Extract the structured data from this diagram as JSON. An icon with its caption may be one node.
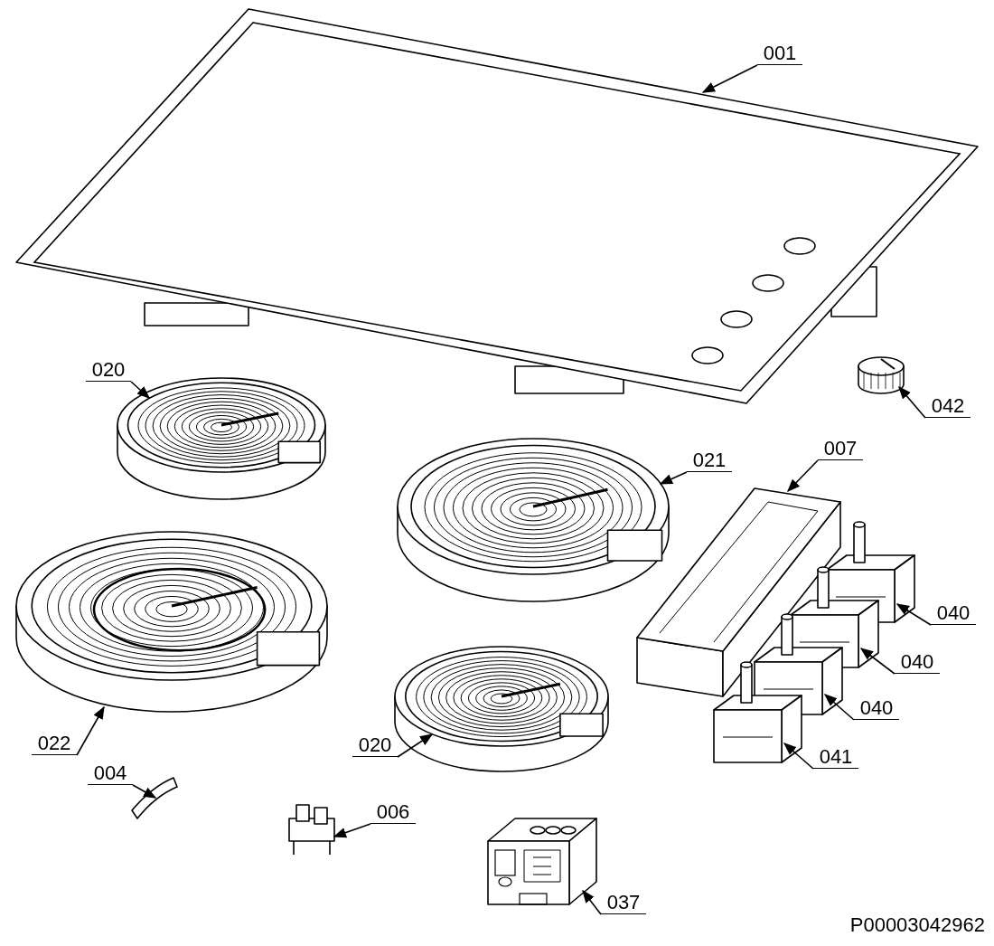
{
  "diagram": {
    "nodes": [
      {
        "text": [
          "001"
        ]
      },
      {
        "text": [],
        "shape": "picture"
      },
      {
        "text": [
          "020"
        ]
      },
      {
        "text": [],
        "shape": "picture"
      },
      {
        "text": [
          "042"
        ]
      },
      {
        "text": [],
        "shape": "picture"
      },
      {
        "text": [
          "021"
        ]
      },
      {
        "text": [],
        "shape": "picture"
      },
      {
        "text": [
          "007"
        ]
      },
      {
        "text": [],
        "shape": "picture"
      },
      {
        "text": [
          "022"
        ]
      },
      {
        "text": [],
        "shape": "picture"
      },
      {
        "text": [
          "040"
        ]
      },
      {
        "text": [],
        "shape": "picture"
      },
      {
        "text": [
          "040"
        ]
      },
      {
        "text": [],
        "shape": "picture"
      },
      {
        "text": [
          "040"
        ]
      },
      {
        "text": [],
        "shape": "picture"
      },
      {
        "text": [
          "020"
        ]
      },
      {
        "text": [],
        "shape": "picture"
      },
      {
        "text": [
          "041"
        ]
      },
      {
        "text": [],
        "shape": "picture"
      },
      {
        "text": [
          "004"
        ]
      },
      {
        "text": [],
        "shape": "picture"
      },
      {
        "text": [
          "006"
        ]
      },
      {
        "text": [],
        "shape": "picture"
      },
      {
        "text": [
          "037"
        ]
      },
      {
        "text": [],
        "shape": "picture"
      }
    ],
    "edges": [
      {
        "from": 0,
        "to": 1,
        "arrow": "to"
      },
      {
        "from": 2,
        "to": 3,
        "arrow": "to"
      },
      {
        "from": 4,
        "to": 5,
        "arrow": "to"
      },
      {
        "from": 6,
        "to": 7,
        "arrow": "to"
      },
      {
        "from": 8,
        "to": 9,
        "arrow": "to"
      },
      {
        "from": 10,
        "to": 11,
        "arrow": "to"
      },
      {
        "from": 12,
        "to": 13,
        "arrow": "to"
      },
      {
        "from": 14,
        "to": 15,
        "arrow": "to"
      },
      {
        "from": 16,
        "to": 17,
        "arrow": "to"
      },
      {
        "from": 18,
        "to": 19,
        "arrow": "to"
      },
      {
        "from": 20,
        "to": 21,
        "arrow": "to"
      },
      {
        "from": 22,
        "to": 23,
        "arrow": "to"
      },
      {
        "from": 24,
        "to": 25,
        "arrow": "to"
      },
      {
        "from": 26,
        "to": 27,
        "arrow": "to"
      }
    ],
    "labels": [
      "P00003042962"
    ]
  }
}
